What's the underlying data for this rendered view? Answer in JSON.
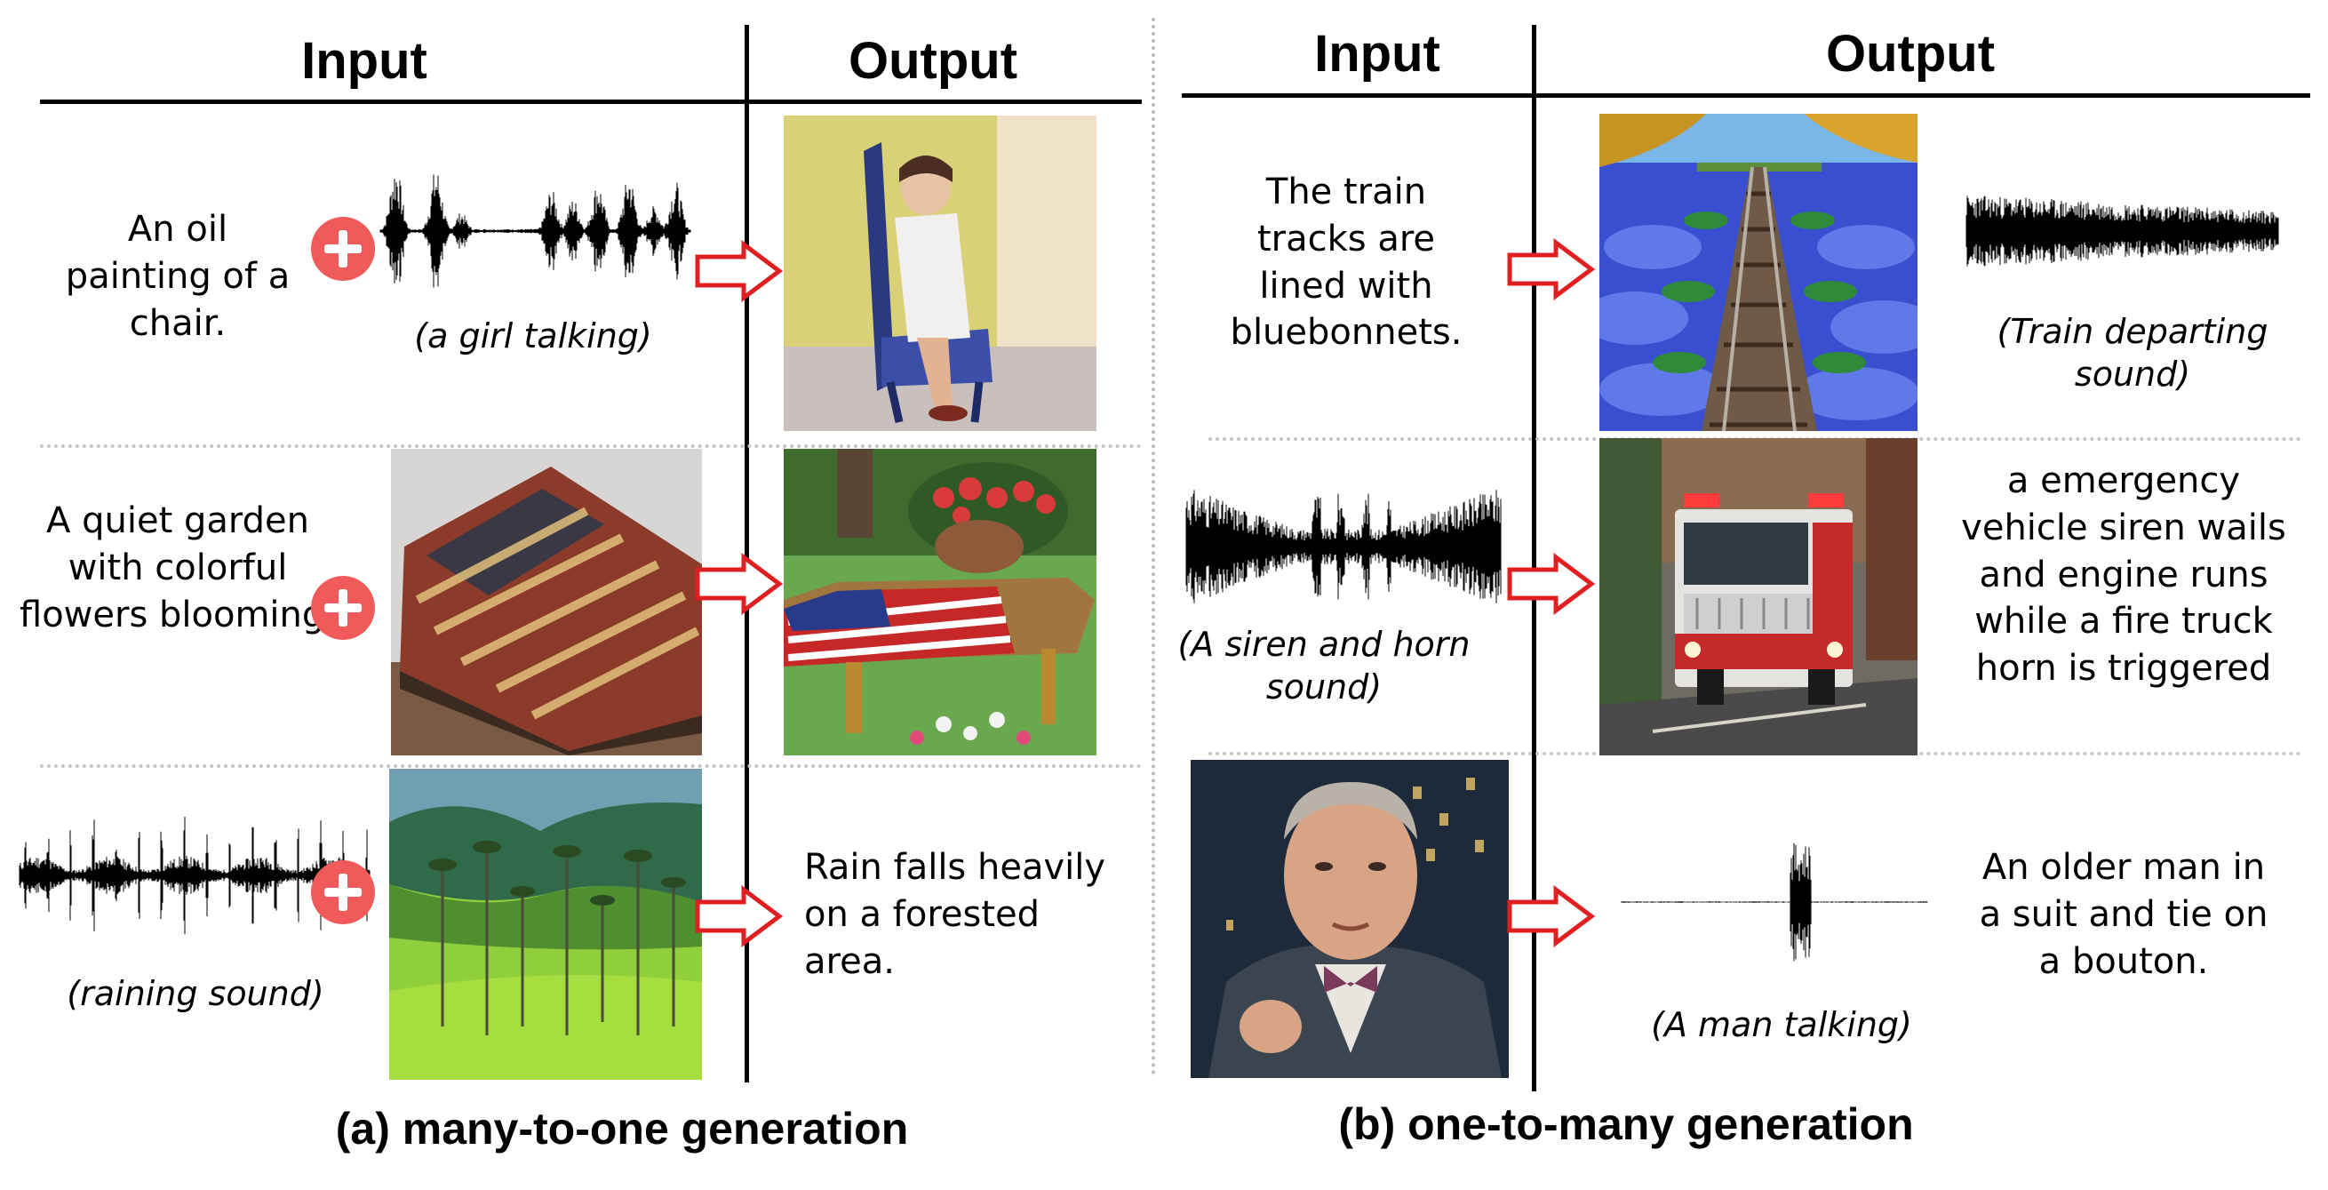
{
  "panel_a": {
    "input_header": "Input",
    "output_header": "Output",
    "rows": [
      {
        "text": "An oil painting of a chair.",
        "audio_caption": "(a girl talking)"
      },
      {
        "text": "A quiet garden with colorful flowers blooming."
      },
      {
        "output_text": "Rain falls heavily on a forested area.",
        "audio_caption": "(raining sound)"
      }
    ],
    "caption": "(a) many-to-one generation"
  },
  "panel_b": {
    "input_header": "Input",
    "output_header": "Output",
    "rows": [
      {
        "text": "The train tracks are lined with bluebonnets.",
        "audio_caption": "(Train departing sound)"
      },
      {
        "audio_caption": "(A siren and horn sound)",
        "output_text": "a emergency vehicle siren wails and engine runs while a fire truck horn is triggered"
      },
      {
        "audio_caption": "(A man talking)",
        "output_text": "An older man in a suit and tie on a bouton."
      }
    ],
    "caption": "(b) one-to-many generation"
  },
  "colors": {
    "plus": "#ef5a5a",
    "arrow": "#e02020",
    "separator": "#c6c6c6"
  },
  "icons": [
    "plus-icon",
    "right-arrow-icon",
    "waveform"
  ]
}
